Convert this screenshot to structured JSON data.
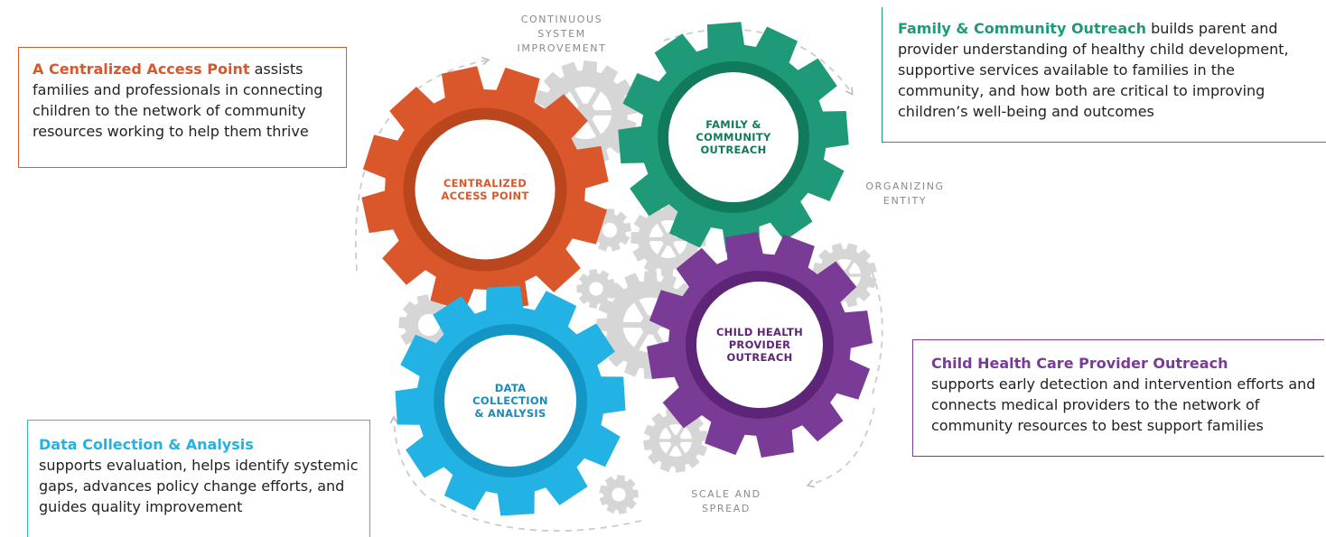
{
  "callouts": {
    "access": {
      "highlight": "A Centralized Access Point",
      "text": " assists families and professionals in connecting children to the network of community resources working to help them thrive"
    },
    "family": {
      "highlight": "Family & Community Outreach",
      "text": " builds parent and provider understanding of healthy child development, supportive services available to families in the community, and how both are critical to improving children’s well-being and outcomes"
    },
    "child": {
      "highlight": "Child Health Care Provider Outreach",
      "text": "supports early detection and intervention efforts and connects medical providers to the network of community resources to best support families"
    },
    "data": {
      "highlight": "Data Collection & Analysis",
      "text": "supports evaluation, helps identify systemic gaps, advances policy change efforts, and guides quality improvement"
    }
  },
  "gears": {
    "access": {
      "lines": [
        "CENTRALIZED",
        "ACCESS POINT"
      ],
      "color": "#d9572a",
      "ring": "#b9461d",
      "text_color": "#d9572a"
    },
    "family": {
      "lines": [
        "FAMILY &",
        "COMMUNITY",
        "OUTREACH"
      ],
      "color": "#1e9a78",
      "ring": "#127a5c",
      "text_color": "#127a5c"
    },
    "child": {
      "lines": [
        "CHILD HEALTH",
        "PROVIDER",
        "OUTREACH"
      ],
      "color": "#7a3b96",
      "ring": "#5e2477",
      "text_color": "#5e2477"
    },
    "data": {
      "lines": [
        "DATA",
        "COLLECTION",
        "& ANALYSIS"
      ],
      "color": "#22b2e4",
      "ring": "#1496c4",
      "text_color": "#1a8ab8"
    }
  },
  "cycle_labels": {
    "continuous": [
      "CONTINUOUS",
      "SYSTEM",
      "IMPROVEMENT"
    ],
    "organizing": [
      "ORGANIZING",
      "ENTITY"
    ],
    "scale": [
      "SCALE AND",
      "SPREAD"
    ]
  },
  "colors": {
    "gray_gear": "#d6d6d6",
    "dashed_arc": "#cccccc"
  }
}
